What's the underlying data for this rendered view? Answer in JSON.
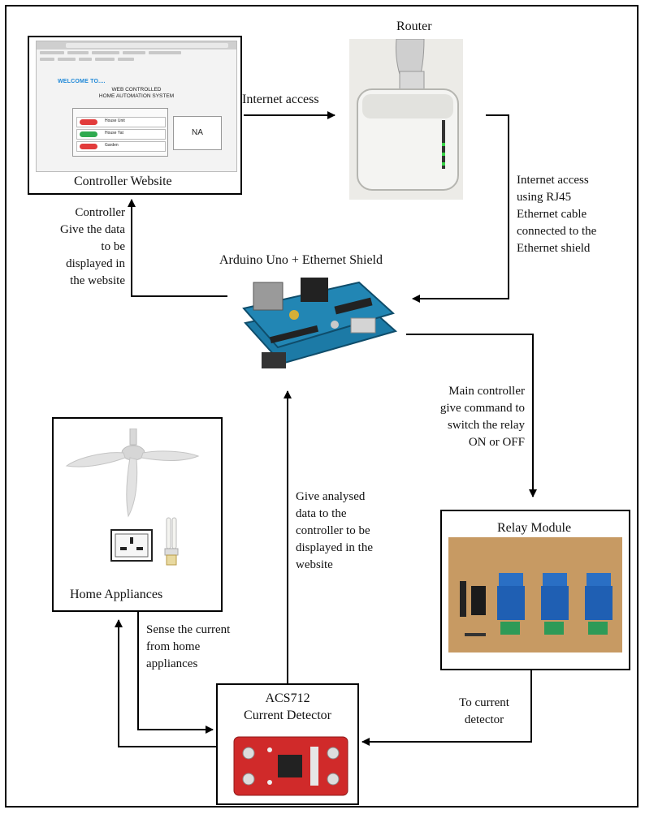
{
  "nodes": {
    "website": {
      "label": "Controller Website"
    },
    "router": {
      "label": "Router"
    },
    "arduino": {
      "label": "Arduino Uno + Ethernet Shield"
    },
    "appliances": {
      "label": "Home Appliances"
    },
    "relay": {
      "label": "Relay Module"
    },
    "acs": {
      "label": "ACS712\nCurrent Detector"
    }
  },
  "website_mock": {
    "welcome": "WELCOME TO....",
    "title": "WEB CONTROLLED\nHOME AUTOMATION SYSTEM",
    "rows": [
      {
        "label": "House Unit",
        "color": "#e23b3b"
      },
      {
        "label": "House Yat",
        "color": "#2faa4f"
      },
      {
        "label": "Garden",
        "color": "#e23b3b"
      }
    ],
    "display": "NA"
  },
  "edges": {
    "website_to_router": "Internet access",
    "router_to_arduino": "Internet access\nusing RJ45\nEthernet cable\nconnected to the\nEthernet shield",
    "arduino_to_website": "Controller\nGive the data\nto be\ndisplayed in\nthe website",
    "arduino_to_relay": "Main controller\ngive command to\nswitch the relay\nON or OFF",
    "acs_to_arduino": "Give analysed\ndata to the\ncontroller to be\ndisplayed in the\nwebsite",
    "appliances_to_acs": "Sense the current\nfrom home\nappliances",
    "relay_to_acs": "To current\ndetector"
  },
  "colors": {
    "line": "#000000",
    "router_led": "#3bd64a",
    "relay_board": "#c79a63",
    "relay_block": "#1f5fb3",
    "terminal": "#2e9a57",
    "acs_board": "#d02a2a"
  }
}
